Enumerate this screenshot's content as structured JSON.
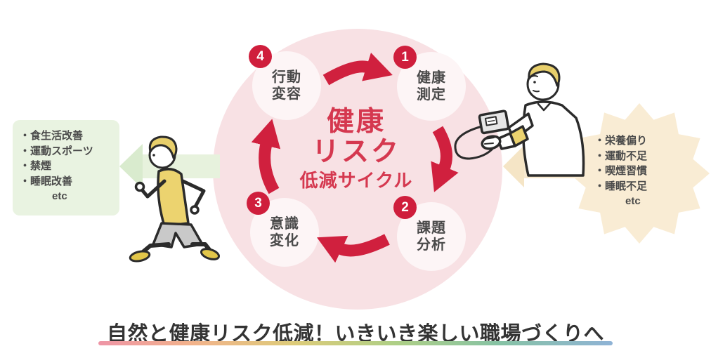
{
  "diagram": {
    "center": {
      "title": "健康\nリスク",
      "subtitle": "低減サイクル"
    },
    "steps": [
      {
        "number": "1",
        "label": "健康\n測定"
      },
      {
        "number": "2",
        "label": "課題\n分析"
      },
      {
        "number": "3",
        "label": "意識\n変化"
      },
      {
        "number": "4",
        "label": "行動\n変容"
      }
    ]
  },
  "left_box": {
    "items": [
      "・食生活改善",
      "・運動スポーツ",
      "・禁煙",
      "・睡眠改善"
    ],
    "etc_label": "etc"
  },
  "right_burst": {
    "items": [
      "・栄養偏り",
      "・運動不足",
      "・喫煙習慣",
      "・睡眠不足"
    ],
    "etc_label": "etc"
  },
  "footer": {
    "title": "自然と健康リスク低減！いきいき楽しい職場づくりへ"
  },
  "illustrations": {
    "left": "running-person",
    "right": "blood-pressure-measurement-person"
  },
  "colors": {
    "cycle_red": "#d0203e",
    "badge_red": "#cf1e3c",
    "center_text_red": "#d5384f",
    "cycle_disc_pink": "#f8e1e4",
    "step_circle": "#fdf5f6",
    "improve_box_green": "#e9f3e1",
    "improve_arrow_green": "#d9ebce",
    "risk_burst_tan": "#f9ecd4",
    "risk_arrow_tan": "#f5e5c6",
    "list_text_gray": "#4a4a4a",
    "footer_text": "#333333",
    "underline_gradient": [
      "#ee95a6",
      "#f2b28b",
      "#ddcb79",
      "#aecf86",
      "#86c2a4",
      "#8fb3d6"
    ]
  }
}
